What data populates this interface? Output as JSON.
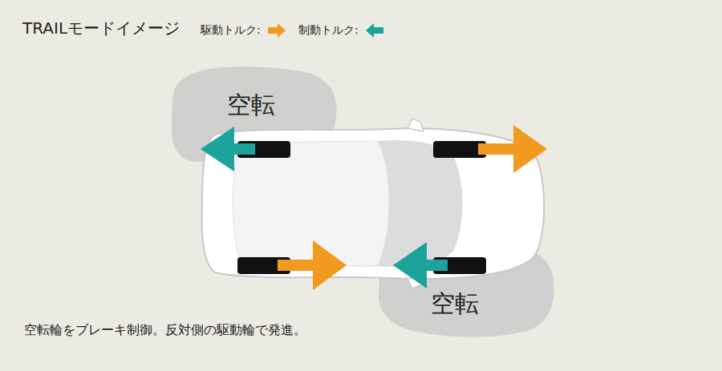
{
  "diagram": {
    "title": "TRAILモードイメージ",
    "caption": "空転輪をブレーキ制御。反対側の駆動輪で発進。",
    "labels": [
      "空転",
      "空転"
    ],
    "legend": [
      {
        "text": "駆動トルク:"
      },
      {
        "text": "制動トルク:"
      }
    ]
  }
}
